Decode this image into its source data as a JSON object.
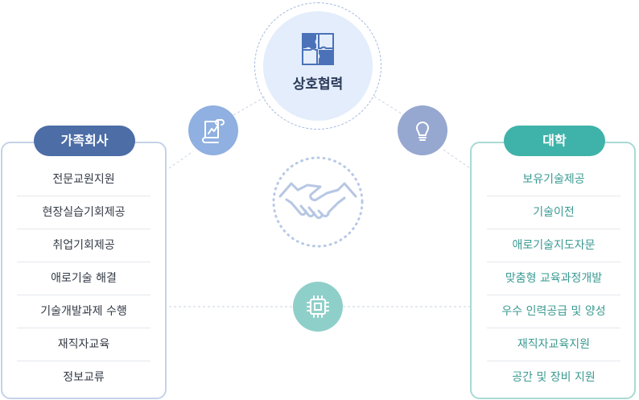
{
  "center": {
    "title": "상호협력",
    "icon": "puzzle-icon",
    "bg_color": "#e3edfb",
    "icon_color": "#4b72b8"
  },
  "middle_icon": "handshake-icon",
  "badges": [
    {
      "name": "document-chart-badge",
      "icon": "document-chart-icon",
      "color": "#8fb0e0"
    },
    {
      "name": "lightbulb-badge",
      "icon": "lightbulb-icon",
      "color": "#96a7d0"
    },
    {
      "name": "chip-badge",
      "icon": "chip-icon",
      "color": "#8fcfc9"
    }
  ],
  "left": {
    "title": "가족회사",
    "color": "#4c6da6",
    "items": [
      "전문교원지원",
      "현장실습기회제공",
      "취업기회제공",
      "애로기술 해결",
      "기술개발과제 수행",
      "재직자교육",
      "정보교류"
    ]
  },
  "right": {
    "title": "대학",
    "color": "#3fb3a9",
    "items": [
      "보유기술제공",
      "기술이전",
      "애로기술지도자문",
      "맞춤형 교육과정개발",
      "우수 인력공급 및 양성",
      "재직자교육지원",
      "공간 및 장비 지원"
    ]
  }
}
